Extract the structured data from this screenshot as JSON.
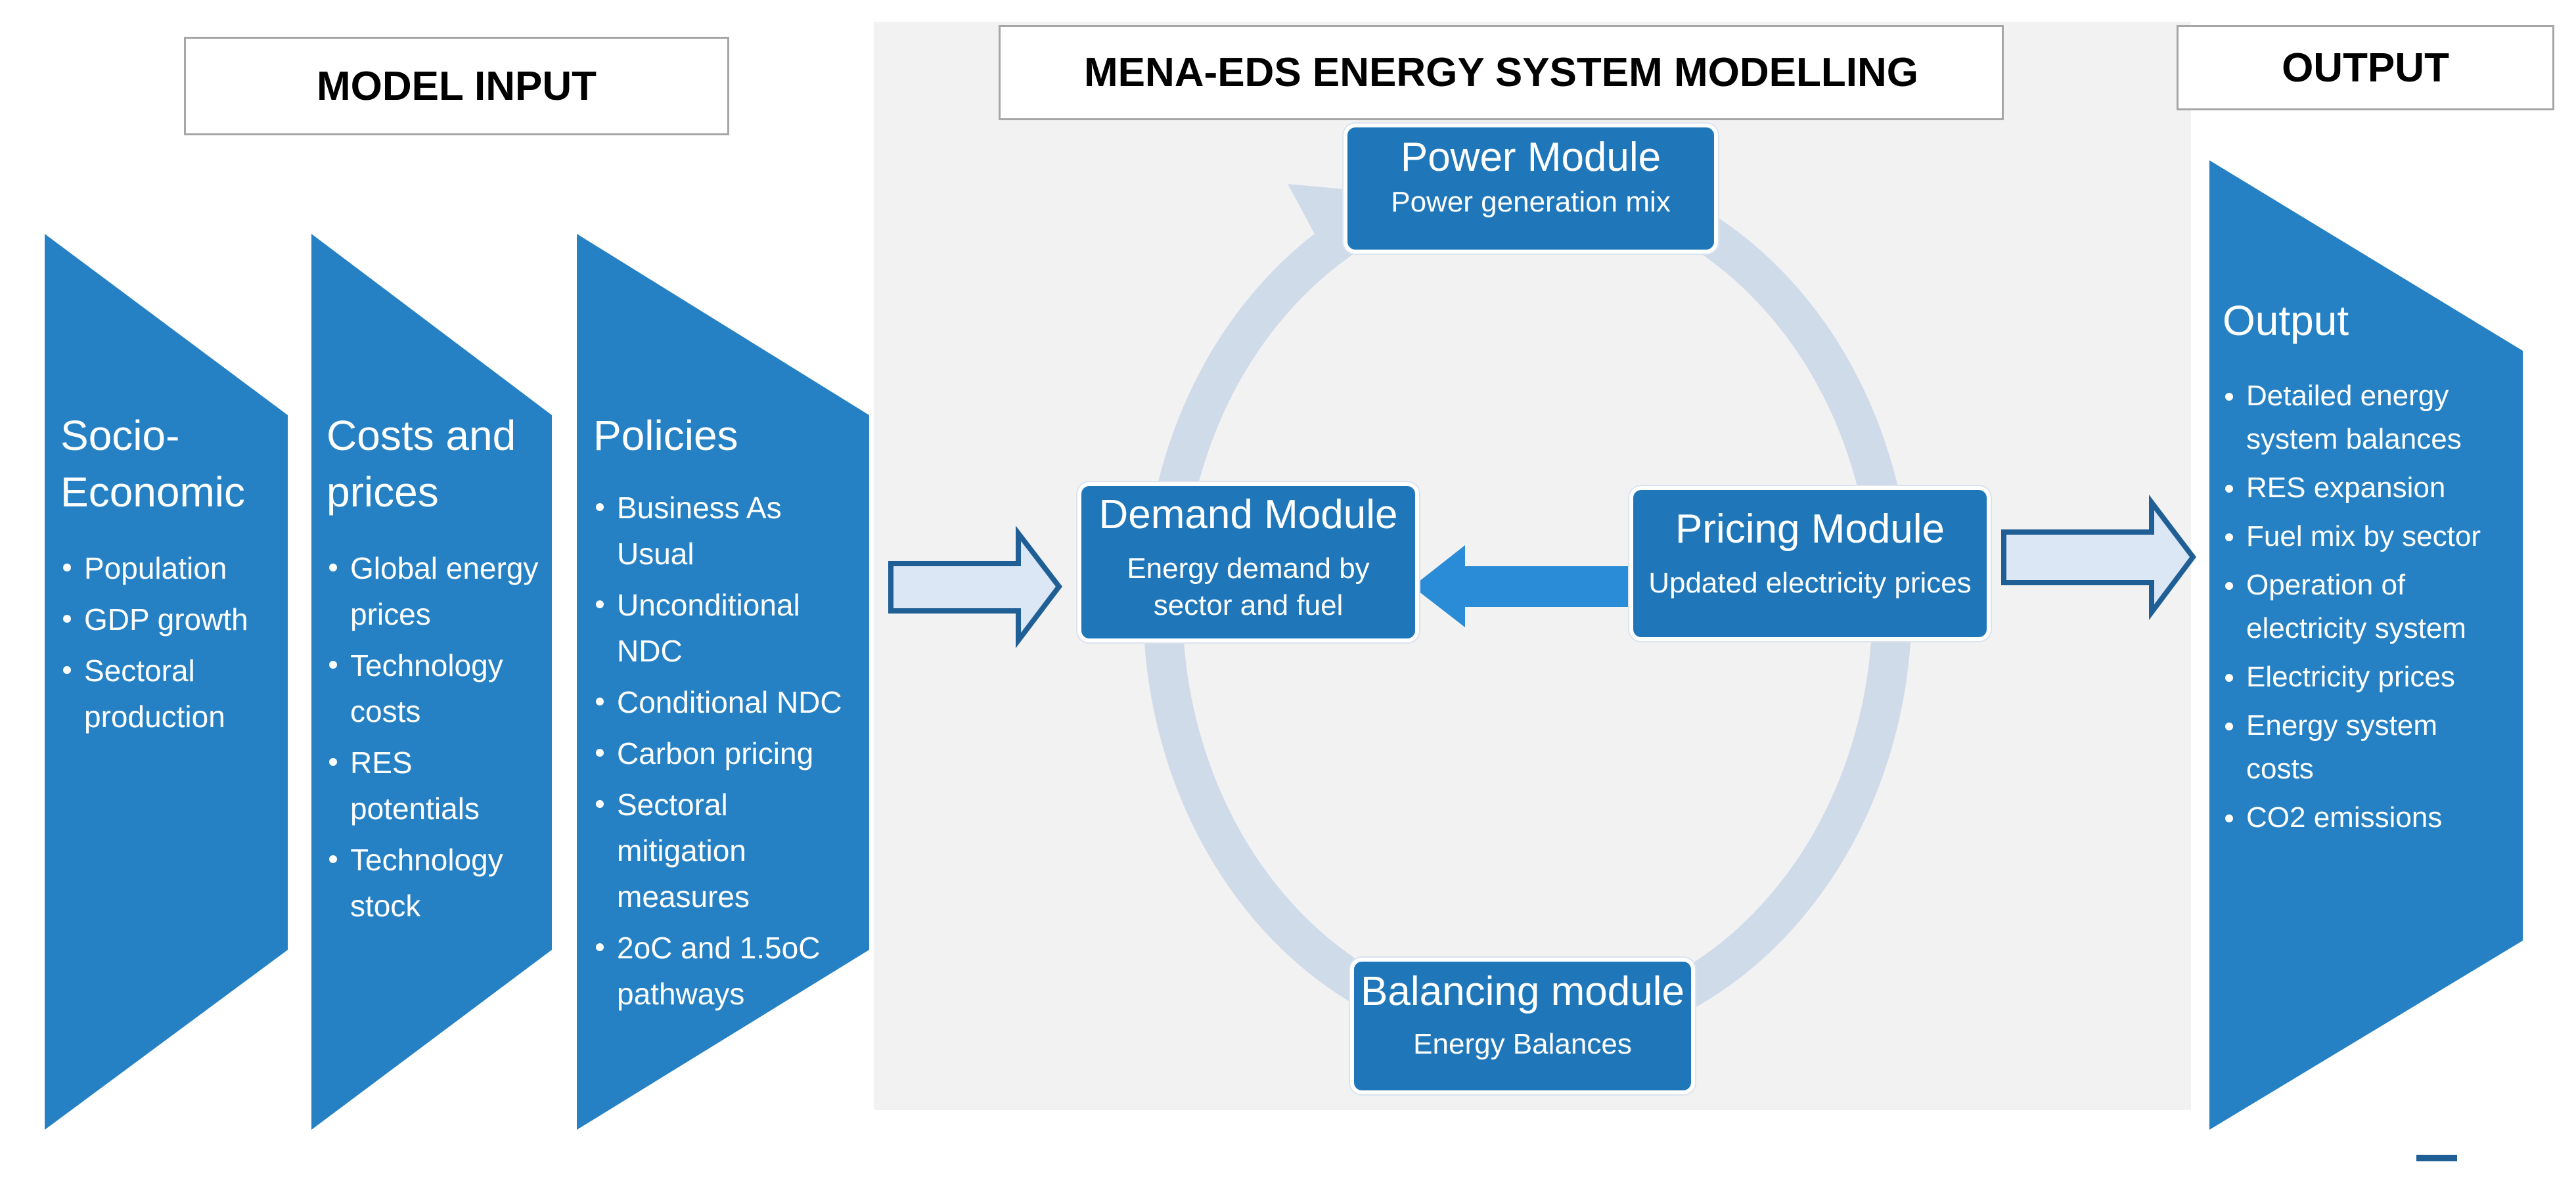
{
  "headers": {
    "model_input": "MODEL INPUT",
    "center": "MENA-EDS ENERGY SYSTEM MODELLING",
    "output": "OUTPUT"
  },
  "inputs": [
    {
      "title_line1": "Socio-",
      "title_line2": "Economic",
      "bullets": [
        "Population",
        "GDP growth",
        "Sectoral production"
      ]
    },
    {
      "title_line1": "Costs and",
      "title_line2": "prices",
      "bullets": [
        "Global energy prices",
        "Technology costs",
        "RES potentials",
        "Technology stock"
      ]
    },
    {
      "title_line1": "Policies",
      "title_line2": "",
      "bullets": [
        "Business As Usual",
        "Unconditional NDC",
        "Conditional NDC",
        "Carbon pricing",
        "Sectoral mitigation measures",
        "2oC and 1.5oC pathways"
      ]
    }
  ],
  "modules": {
    "power": {
      "title": "Power Module",
      "subtitle": "Power generation mix"
    },
    "demand": {
      "title": "Demand Module",
      "subtitle_line1": "Energy demand by",
      "subtitle_line2": "sector and fuel"
    },
    "pricing": {
      "title": "Pricing Module",
      "subtitle": "Updated electricity prices"
    },
    "balancing": {
      "title": "Balancing module",
      "subtitle": "Energy Balances"
    }
  },
  "output": {
    "title": "Output",
    "bullets": [
      "Detailed energy system balances",
      "RES expansion",
      "Fuel mix by sector",
      "Operation of electricity system",
      "Electricity prices",
      "Energy system costs",
      "CO2 emissions"
    ]
  },
  "colors": {
    "chevron_blue": "#2581c4",
    "module_blue": "#1f77b9",
    "cycle_arrow": "#d0dbea",
    "block_arrow_fill": "#dbe7f4",
    "block_arrow_stroke": "#1f5f96",
    "center_bg": "#f2f2f2"
  }
}
